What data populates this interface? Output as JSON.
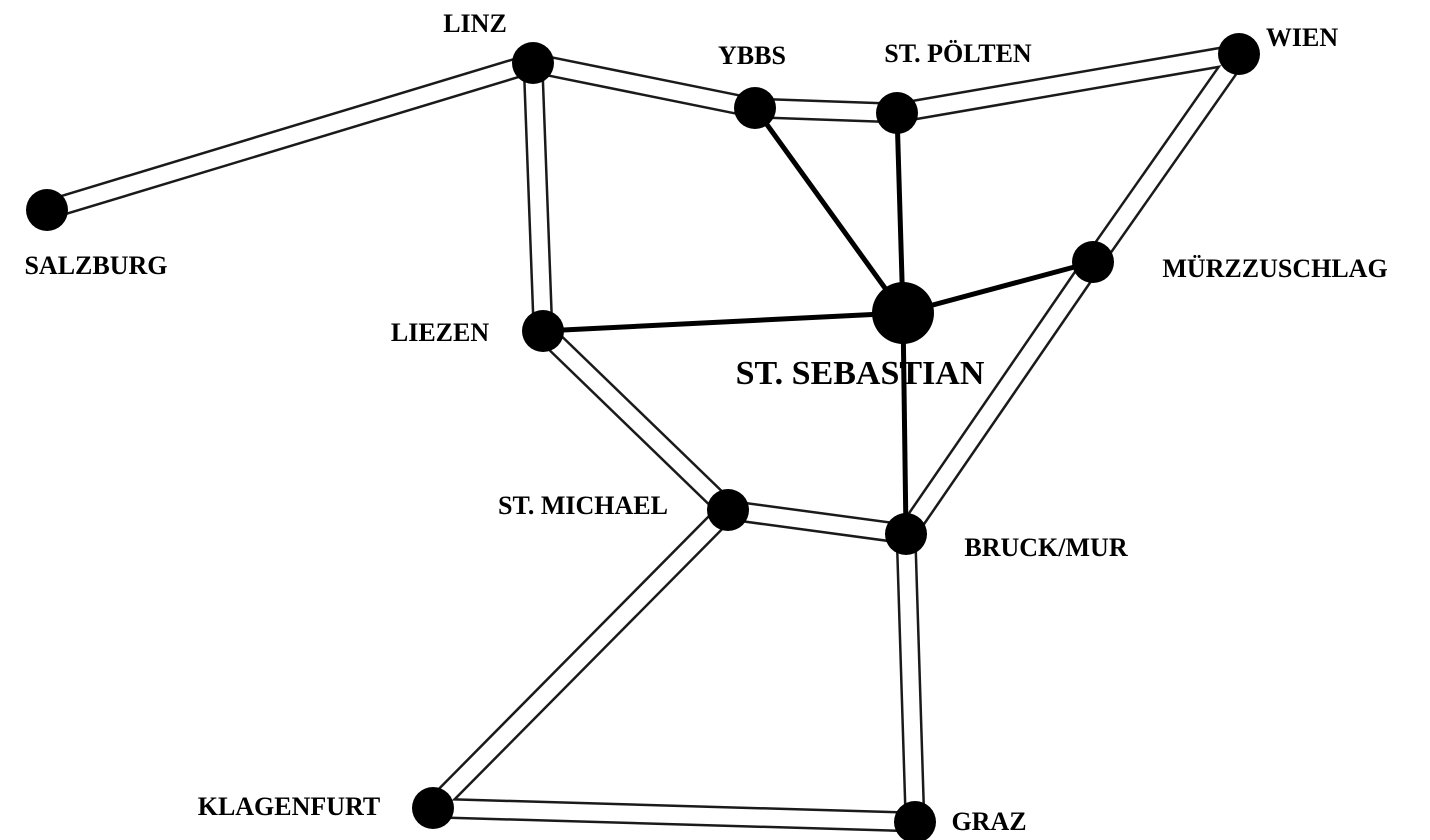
{
  "cities": {
    "linz": "LINZ",
    "ybbs": "YBBS",
    "st_poelten": "ST. PÖLTEN",
    "wien": "WIEN",
    "salzburg": "SALZBURG",
    "muerzzuschlag": "MÜRZZUSCHLAG",
    "liezen": "LIEZEN",
    "st_sebastian": "ST. SEBASTIAN",
    "st_michael": "ST. MICHAEL",
    "bruck_mur": "BRUCK/MUR",
    "klagenfurt": "KLAGENFURT",
    "graz": "GRAZ"
  },
  "highways": [
    [
      "salzburg",
      "linz"
    ],
    [
      "linz",
      "ybbs"
    ],
    [
      "ybbs",
      "st_poelten"
    ],
    [
      "st_poelten",
      "wien"
    ],
    [
      "linz",
      "liezen"
    ],
    [
      "liezen",
      "st_michael"
    ],
    [
      "st_michael",
      "bruck_mur"
    ],
    [
      "wien",
      "muerzzuschlag"
    ],
    [
      "muerzzuschlag",
      "bruck_mur"
    ],
    [
      "st_michael",
      "klagenfurt"
    ],
    [
      "klagenfurt",
      "graz"
    ],
    [
      "bruck_mur",
      "graz"
    ]
  ],
  "links": [
    [
      "st_sebastian",
      "ybbs"
    ],
    [
      "st_sebastian",
      "st_poelten"
    ],
    [
      "st_sebastian",
      "liezen"
    ],
    [
      "st_sebastian",
      "muerzzuschlag"
    ],
    [
      "st_sebastian",
      "bruck_mur"
    ]
  ],
  "colors": {
    "node": "#000000",
    "road_outline": "#1a1a1a",
    "road_fill": "#ffffff",
    "link": "#000000",
    "background": "#ffffff"
  }
}
